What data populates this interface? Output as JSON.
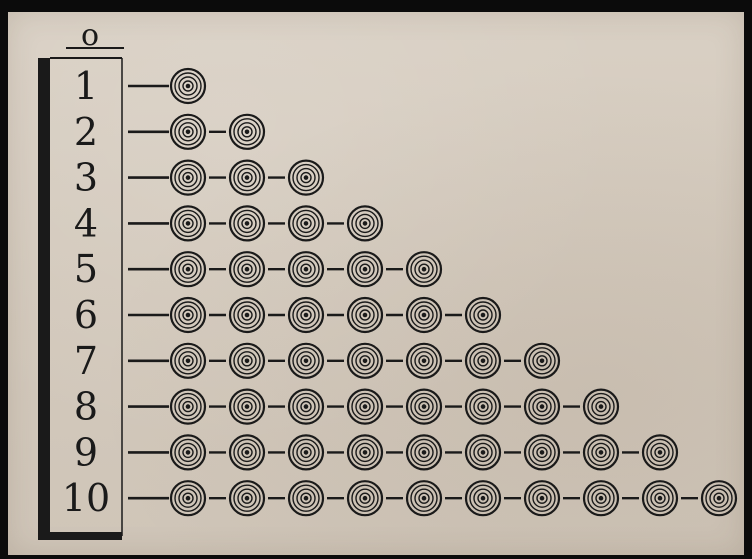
{
  "figure": {
    "header_label": "o",
    "row_labels": [
      "1",
      "2",
      "3",
      "4",
      "5",
      "6",
      "7",
      "8",
      "9",
      "10"
    ],
    "counts": [
      1,
      2,
      3,
      4,
      5,
      6,
      7,
      8,
      9,
      10
    ],
    "ink_color": "#1a1a1a",
    "paper_color": "#d6cdc1",
    "icon_names": [
      "concentric-circle-icon",
      "connector-dash"
    ]
  }
}
